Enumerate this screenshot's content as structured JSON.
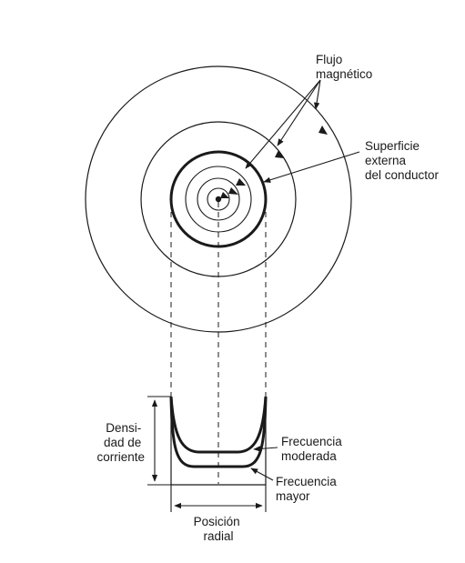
{
  "labels": {
    "flux": [
      "Flujo",
      "magnético"
    ],
    "surface": [
      "Superficie",
      "externa",
      "del conductor"
    ],
    "density": [
      "Densi-",
      "dad de",
      "corriente"
    ],
    "freq_moderate": [
      "Frecuencia",
      "moderada"
    ],
    "freq_high": [
      "Frecuencia",
      "mayor"
    ],
    "radial": [
      "Posición",
      "radial"
    ]
  },
  "colors": {
    "ink": "#1a1a1a",
    "background": "#ffffff"
  }
}
